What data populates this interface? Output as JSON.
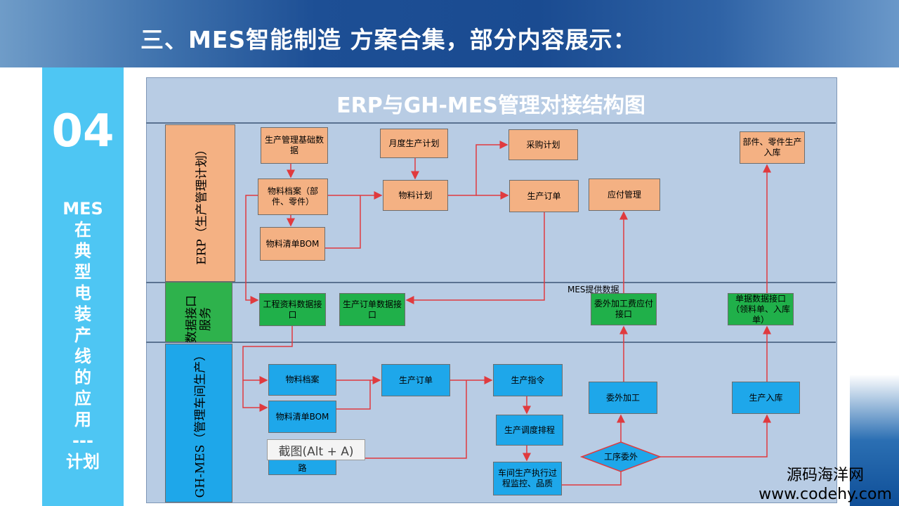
{
  "header": {
    "title": "三、MES智能制造 方案合集，部分内容展示："
  },
  "sidebar": {
    "chapter_number": "04",
    "chars": [
      "MES",
      "在",
      "典",
      "型",
      "电",
      "装",
      "产",
      "线",
      "的",
      "应",
      "用",
      "---",
      "计划"
    ]
  },
  "diagram": {
    "title": "ERP与GH-MES管理对接结构图",
    "lanes": {
      "erp": "ERP（生产管理计划）",
      "data": "数据接口服务",
      "mes": "GH-MES（管理车间生产）"
    },
    "erp_boxes": {
      "mgmt_base": "生产管理基础数据",
      "material_file": "物料档案（部件、零件）",
      "bom": "物料清单BOM",
      "monthly_plan": "月度生产计划",
      "material_plan": "物料计划",
      "purchase_plan": "采购计划",
      "prod_order": "生产订单",
      "payables": "应付管理",
      "parts_in": "部件、零件生产入库"
    },
    "data_boxes": {
      "eng_data": "工程资料数据接口",
      "order_data": "生产订单数据接口",
      "outsource_fee": "委外加工费应付接口",
      "doc_data": "单据数据接口（领料单、入库单）"
    },
    "mes_label": "MES提供数据",
    "mes_boxes": {
      "material_file": "物料档案",
      "bom": "物料清单BOM",
      "route_tail": "路",
      "prod_order": "生产订单",
      "prod_cmd": "生产指令",
      "schedule": "生产调度排程",
      "workshop": "车间生产执行过程监控、品质",
      "outsource": "委外加工",
      "stock_in": "生产入库",
      "decision": "工序委外"
    }
  },
  "tooltip": "截图(Alt + A)",
  "watermark": {
    "line1": "源码海洋网",
    "line2": "www.codehy.com"
  },
  "colors": {
    "banner": "#1d4f95",
    "strip": "#4ec6f3",
    "diagram_bg": "#b8cce4",
    "orange": "#f4b183",
    "green": "#20b04a",
    "blue": "#1ea7ea",
    "arrow": "#e03a3e"
  }
}
